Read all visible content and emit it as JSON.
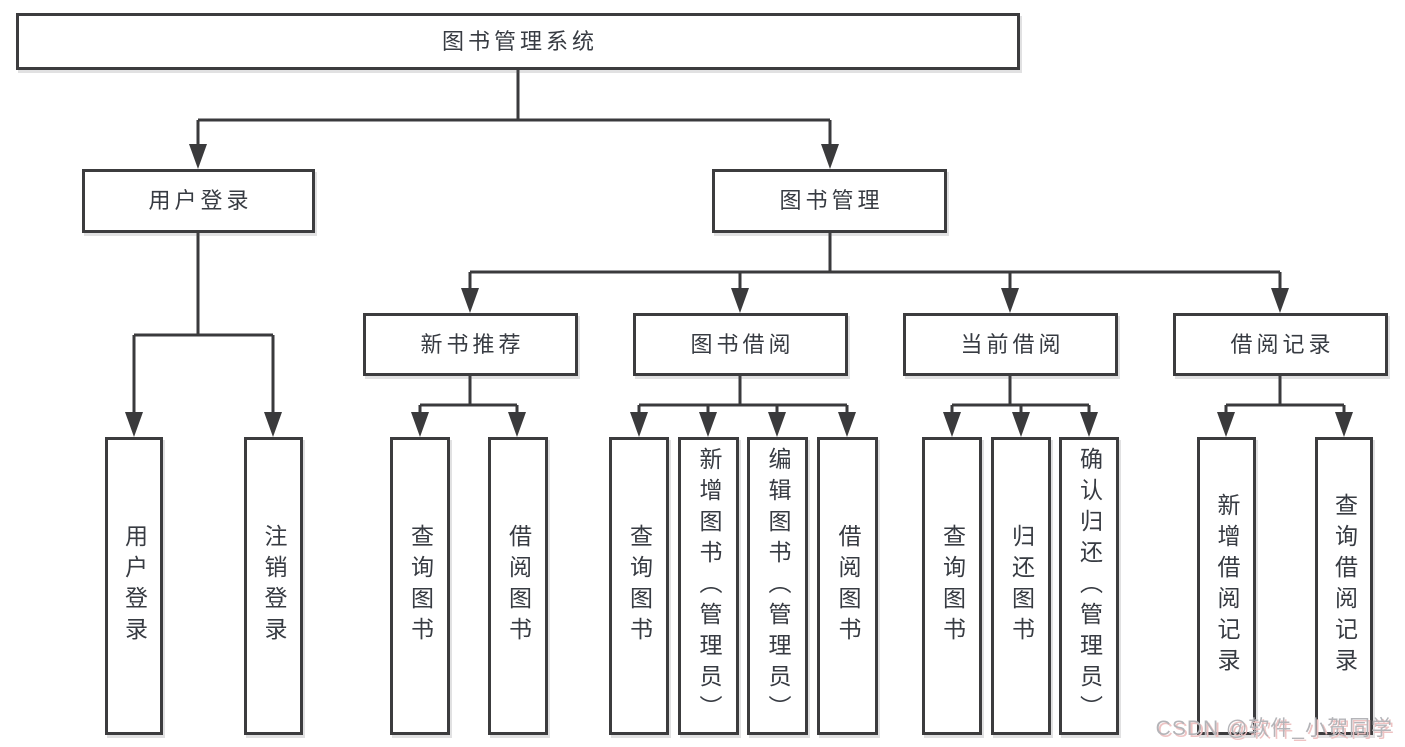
{
  "diagram": {
    "watermark": "CSDN @软件_小贺同学",
    "colors": {
      "line": "#3a3a3c",
      "box_border": "#3c3c3e",
      "text": "#373b42",
      "background": "#ffffff",
      "watermark_text": "#b4b4b8",
      "watermark_shadow": "#eec3c3"
    },
    "tree": {
      "label": "图书管理系统",
      "children": [
        {
          "label": "用户登录",
          "children": [
            {
              "label": "用户登录"
            },
            {
              "label": "注销登录"
            }
          ]
        },
        {
          "label": "图书管理",
          "children": [
            {
              "label": "新书推荐",
              "children": [
                {
                  "label": "查询图书"
                },
                {
                  "label": "借阅图书"
                }
              ]
            },
            {
              "label": "图书借阅",
              "children": [
                {
                  "label": "查询图书"
                },
                {
                  "label": "新增图书（管理员）"
                },
                {
                  "label": "编辑图书（管理员）"
                },
                {
                  "label": "借阅图书"
                }
              ]
            },
            {
              "label": "当前借阅",
              "children": [
                {
                  "label": "查询图书"
                },
                {
                  "label": "归还图书"
                },
                {
                  "label": "确认归还（管理员）"
                }
              ]
            },
            {
              "label": "借阅记录",
              "children": [
                {
                  "label": "新增借阅记录"
                },
                {
                  "label": "查询借阅记录"
                }
              ]
            }
          ]
        }
      ]
    }
  }
}
